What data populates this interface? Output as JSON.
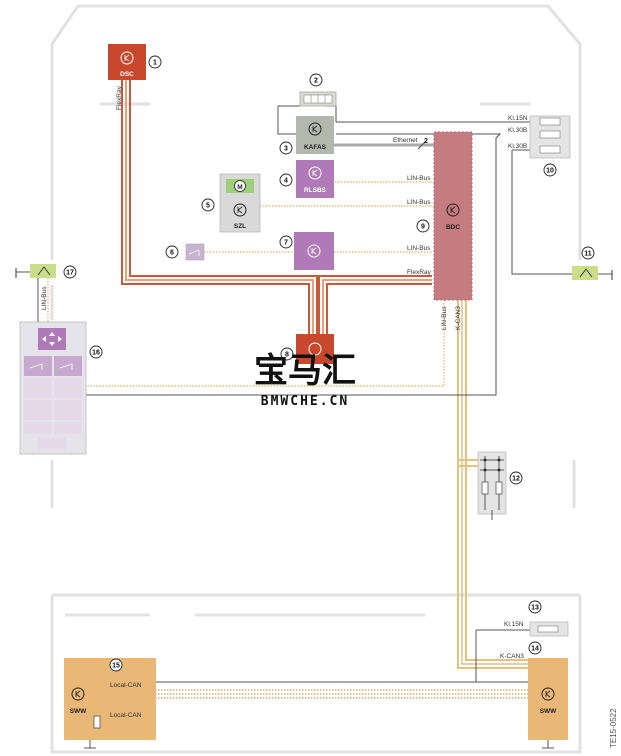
{
  "components": {
    "dsc": "DSC",
    "kafas": "KAFAS",
    "rlsbs": "RLSBS",
    "szl": "SZL",
    "bdc": "BDC",
    "sww_left": "SWW",
    "sww_right": "SWW"
  },
  "callouts": [
    "1",
    "2",
    "3",
    "4",
    "5",
    "6",
    "7",
    "8",
    "9",
    "10",
    "11",
    "12",
    "13",
    "14",
    "15",
    "16",
    "17"
  ],
  "bus_labels": {
    "flexray_dsc": "FlexRay",
    "ethernet": "Ethernet",
    "ethernet_count": "2",
    "lin_rlsbs": "LIN-Bus",
    "lin_szl": "LIN-Bus",
    "lin_7": "LIN-Bus",
    "flexray_bdc": "FlexRay",
    "lin_bdc_down": "LIN-Bus",
    "kcan3_bdc_down": "K-CAN3",
    "lin_17": "LIN-Bus",
    "local_can_1": "Local-CAN",
    "local_can_2": "Local-CAN",
    "kcan3_right": "K-CAN3"
  },
  "terminals": {
    "kl15n_top": "Kl.15N",
    "kl30b_1": "Kl.30B",
    "kl30b_2": "Kl.30B",
    "kl15n_bottom": "Kl.15N"
  },
  "motor_symbol": "M",
  "watermark": {
    "logo": "宝马汇",
    "site": "BMWCHE.CN"
  },
  "figure_code": "TE15-0522",
  "colors": {
    "dsc": "#c8482e",
    "kafas": "#b3b8ad",
    "rlsbs": "#b07ab9",
    "bdc": "#c47c80",
    "sww": "#e9b776",
    "flexray": "#c85a3a",
    "can": "#e6c27a",
    "wire": "#555555"
  }
}
